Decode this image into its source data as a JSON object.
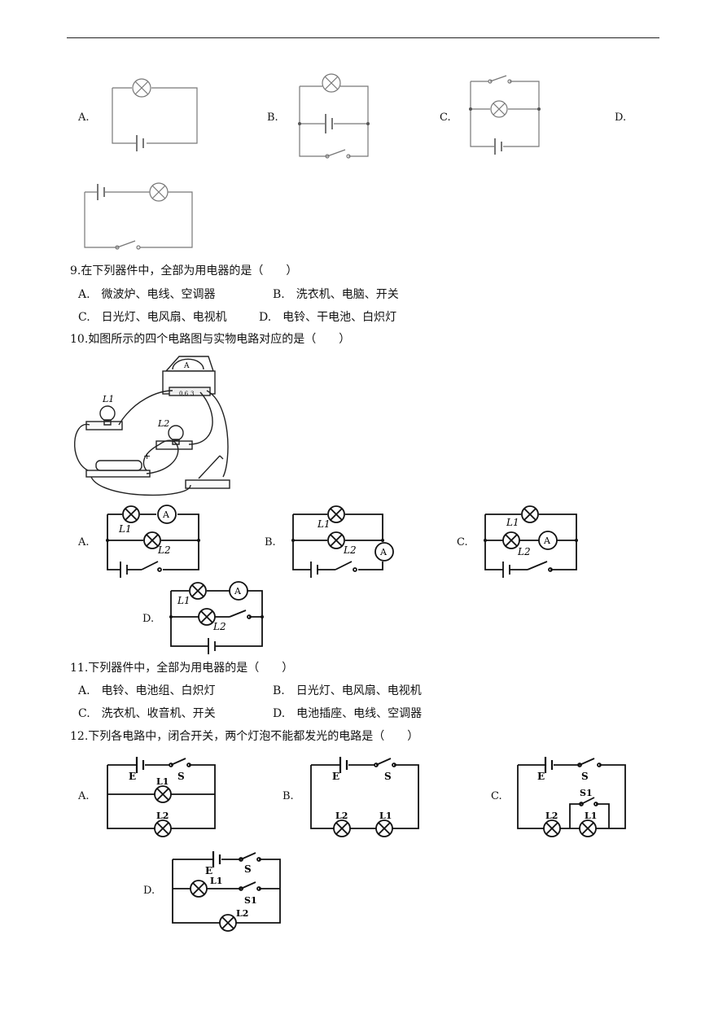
{
  "q8_options": {
    "a": "A.",
    "b": "B.",
    "c": "C.",
    "d": "D."
  },
  "q9": {
    "stem": "9.在下列器件中，全部为用电器的是（　　）",
    "a": "A.　微波炉、电线、空调器",
    "b": "B.　洗衣机、电脑、开关",
    "c": "C.　日光灯、电风扇、电视机",
    "d": "D.　电铃、干电池、白炽灯"
  },
  "q10": {
    "stem": "10.如图所示的四个电路图与实物电路对应的是（　　）",
    "a": "A.",
    "b": "B.",
    "c": "C.",
    "d": "D.",
    "meter_label": "A",
    "terminal_labels": [
      "0.6",
      "3"
    ],
    "battery_plus": "+",
    "lamp1": "L1",
    "lamp2": "L2",
    "ammeter_symbol": "A"
  },
  "q11": {
    "stem": "11.下列器件中，全部为用电器的是（　　）",
    "a": "A.　电铃、电池组、白炽灯",
    "b": "B.　日光灯、电风扇、电视机",
    "c": "C.　洗衣机、收音机、开关",
    "d": "D.　电池插座、电线、空调器"
  },
  "q12": {
    "stem": "12.下列各电路中，闭合开关，两个灯泡不能都发光的电路是（　　）",
    "a": "A.",
    "b": "B.",
    "c": "C.",
    "d": "D.",
    "source": "E",
    "switch": "S",
    "switch1": "S1",
    "lamp1": "L1",
    "lamp2": "L2"
  }
}
